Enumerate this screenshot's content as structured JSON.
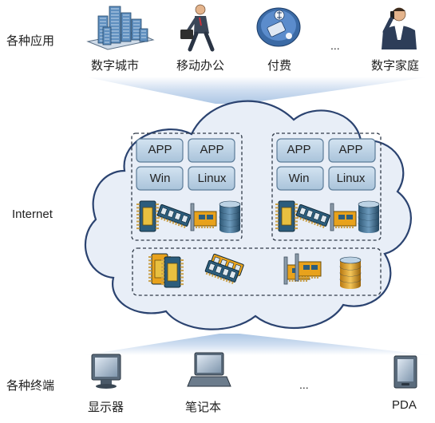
{
  "sections": {
    "apps": "各种应用",
    "internet": "Internet",
    "terminals": "各种终端"
  },
  "apps": [
    {
      "label": "数字城市",
      "icon": "city-buildings-icon"
    },
    {
      "label": "移动办公",
      "icon": "walking-businessman-icon"
    },
    {
      "label": "付费",
      "icon": "payment-icon"
    },
    {
      "label": "...",
      "icon": ""
    },
    {
      "label": "数字家庭",
      "icon": "phone-user-icon"
    }
  ],
  "vm_groups": [
    {
      "apps": [
        "APP",
        "APP"
      ],
      "os": [
        "Win",
        "Linux"
      ]
    },
    {
      "apps": [
        "APP",
        "APP"
      ],
      "os": [
        "Win",
        "Linux"
      ]
    }
  ],
  "terminals": [
    {
      "label": "显示器",
      "icon": "monitor-icon"
    },
    {
      "label": "笔记本",
      "icon": "laptop-icon"
    },
    {
      "label": "...",
      "icon": ""
    },
    {
      "label": "PDA",
      "icon": "pda-icon"
    }
  ],
  "colors": {
    "cloud_fill": "#e8eef7",
    "cloud_stroke": "#2b4370",
    "box_fill": "#b9d0e3",
    "box_stroke": "#5c7c98",
    "beam": "#b6cde6",
    "chip": "#2c5d7c",
    "chip_gold": "#e8a21c"
  }
}
